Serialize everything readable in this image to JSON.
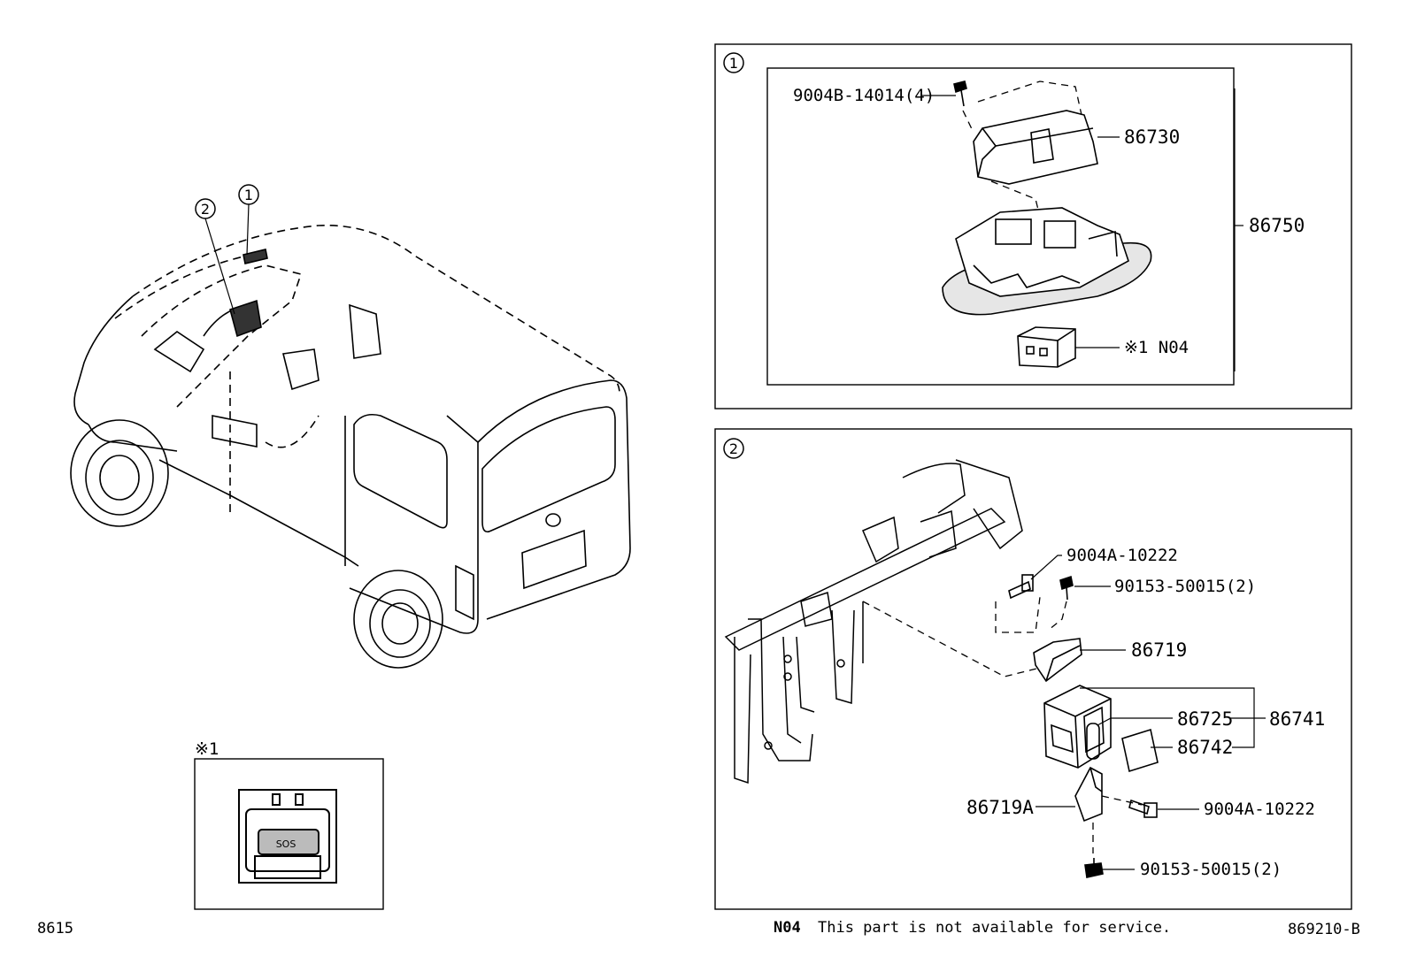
{
  "markers": {
    "one": "1",
    "two": "2",
    "note": "※1"
  },
  "panel1": {
    "screw": "9004B-14014(4)",
    "lamp": "86730",
    "assembly": "86750",
    "note_part": "※1 N04"
  },
  "panel2": {
    "bolt_upper": "9004A-10222",
    "clip_upper": "90153-50015(2)",
    "bracket": "86719",
    "part_a": "86725",
    "assy": "86741",
    "part_b": "86742",
    "bracket_a": "86719A",
    "bolt_lower": "9004A-10222",
    "clip_lower": "90153-50015(2)"
  },
  "inset": {
    "logo_text": "SOS"
  },
  "footer": {
    "left_code": "8615",
    "notice_code": "N04",
    "notice_text": "This part is not available for service.",
    "figure_code": "869210-B"
  }
}
